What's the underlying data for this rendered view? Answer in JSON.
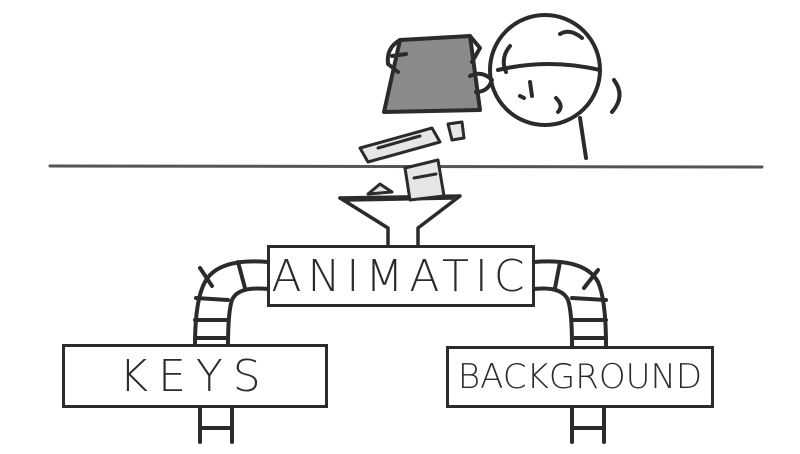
{
  "diagram": {
    "nodes": [
      {
        "id": "animatic",
        "label": "ANIMATIC"
      },
      {
        "id": "keys",
        "label": "KEYS"
      },
      {
        "id": "background",
        "label": "BACKGROUND"
      }
    ],
    "edges": [
      {
        "from": "animatic",
        "to": "keys"
      },
      {
        "from": "animatic",
        "to": "background"
      }
    ],
    "icons": [
      "stick-figure-character",
      "bucket-icon",
      "paper-sheet-icon",
      "funnel-icon",
      "pipe-icon"
    ],
    "colors": {
      "ink": "#2b2b2b",
      "bucket_fill": "#8a8a8a",
      "paper_fill": "#e6e6e6",
      "background": "#ffffff"
    }
  }
}
